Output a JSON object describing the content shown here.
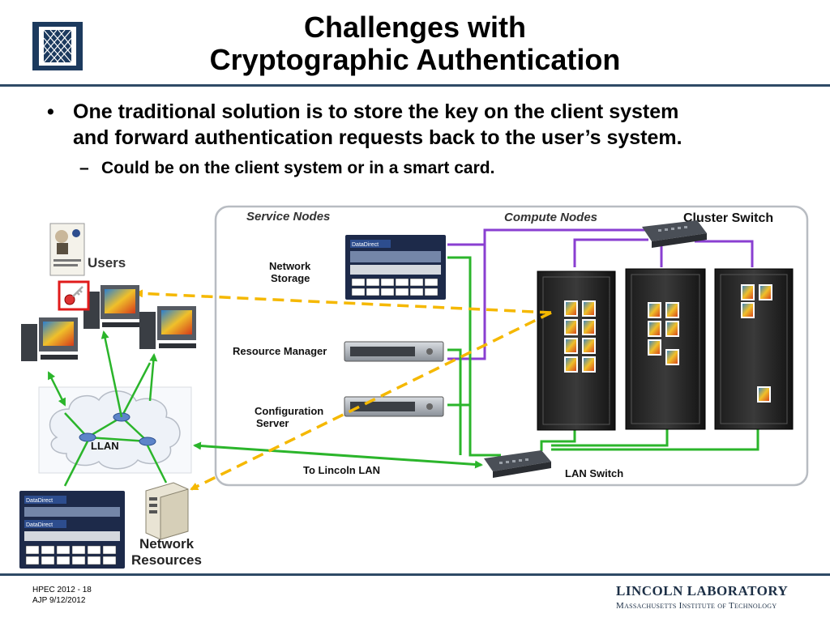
{
  "title": {
    "line1": "Challenges with",
    "line2": "Cryptographic Authentication"
  },
  "bullet": {
    "marker": "•",
    "line1": "One traditional solution is to store the key on the client system",
    "line2": "and forward authentication requests back to the user’s system."
  },
  "sub_bullet": {
    "marker": "–",
    "text": "Could be on the client system or in a smart card."
  },
  "diagram": {
    "users": "Users",
    "llan": "LLAN",
    "network_resources_1": "Network",
    "network_resources_2": "Resources",
    "service_nodes": "Service Nodes",
    "compute_nodes": "Compute Nodes",
    "cluster_switch": "Cluster Switch",
    "network_storage_1": "Network",
    "network_storage_2": "Storage",
    "resource_manager": "Resource Manager",
    "configuration_server_1": "Configuration",
    "configuration_server_2": "Server",
    "to_lincoln_lan": "To Lincoln LAN",
    "lan_switch": "LAN Switch",
    "storage_brand": "DataDirect"
  },
  "colors": {
    "rule": "#2e4a66",
    "green_link": "#2bb52b",
    "purple_link": "#8a3fd1",
    "auth_arrow": "#f5b800",
    "key_box": "#e01b1b"
  },
  "footer": {
    "line1": "HPEC 2012 - 18",
    "line2": "AJP  9/12/2012",
    "lab_name": "LINCOLN LABORATORY",
    "institute": "Massachusetts Institute of Technology"
  }
}
